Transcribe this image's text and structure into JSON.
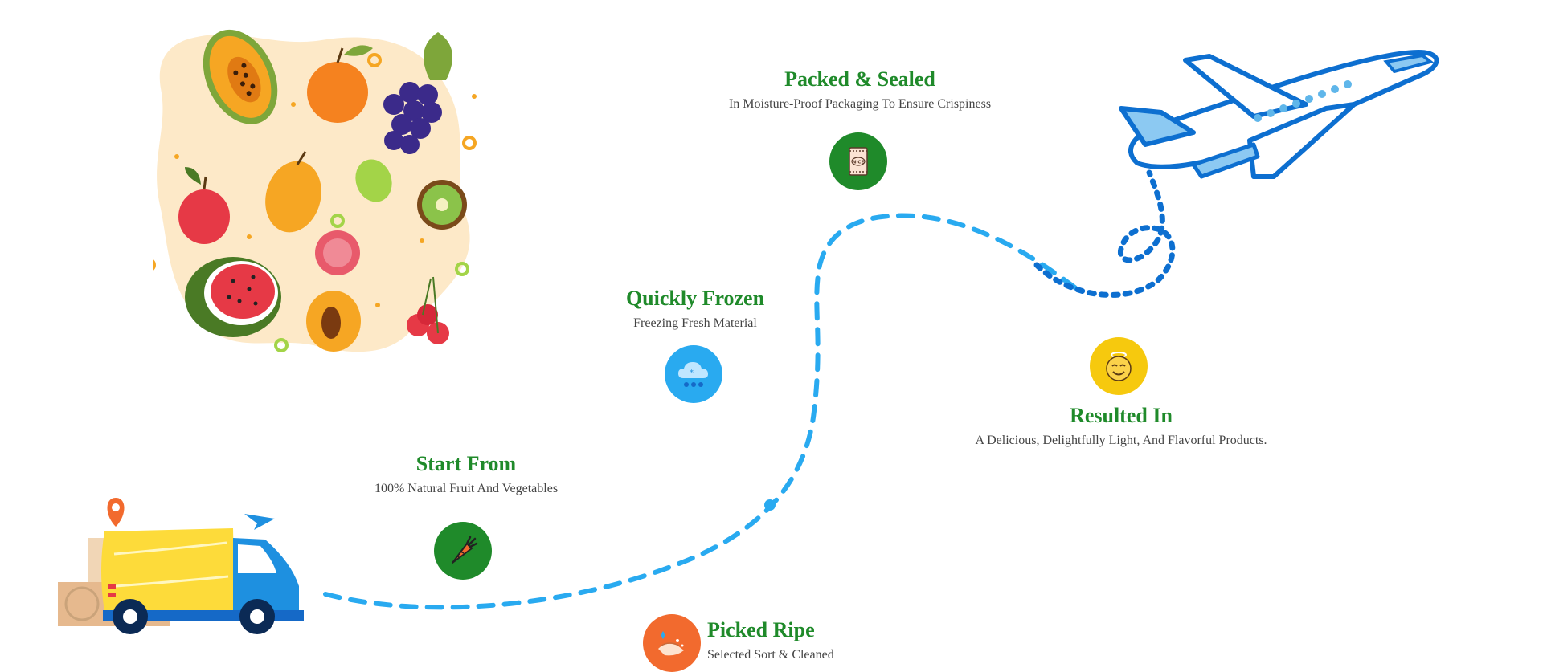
{
  "steps": {
    "start": {
      "title": "Start From",
      "subtitle": "100% Natural Fruit And Vegetables",
      "icon": "carrot-icon",
      "color": "#1f8a2a"
    },
    "picked": {
      "title": "Picked Ripe",
      "subtitle": "Selected Sort & Cleaned",
      "icon": "washing-hands-icon",
      "color": "#f26a2e"
    },
    "frozen": {
      "title": "Quickly Frozen",
      "subtitle": "Freezing Fresh Material",
      "icon": "snow-cloud-icon",
      "color": "#29aaf0"
    },
    "packed": {
      "title": "Packed & Sealed",
      "subtitle": "In Moisture-Proof Packaging To Ensure Crispiness",
      "icon": "package-icon",
      "package_label": "NICE",
      "color": "#1f8a2a"
    },
    "result": {
      "title": "Resulted In",
      "subtitle": "A Delicious, Delightfully Light, And Flavorful Products.",
      "icon": "smiling-angel-icon",
      "color": "#f6c90e"
    }
  },
  "illustrations": {
    "fruit": "fruit-collage-illustration",
    "truck": "delivery-truck-illustration",
    "plane": "airplane-illustration"
  },
  "colors": {
    "title_green": "#1f8a2a",
    "route_blue": "#29aaf0",
    "plane_blue": "#0d6fd0"
  }
}
